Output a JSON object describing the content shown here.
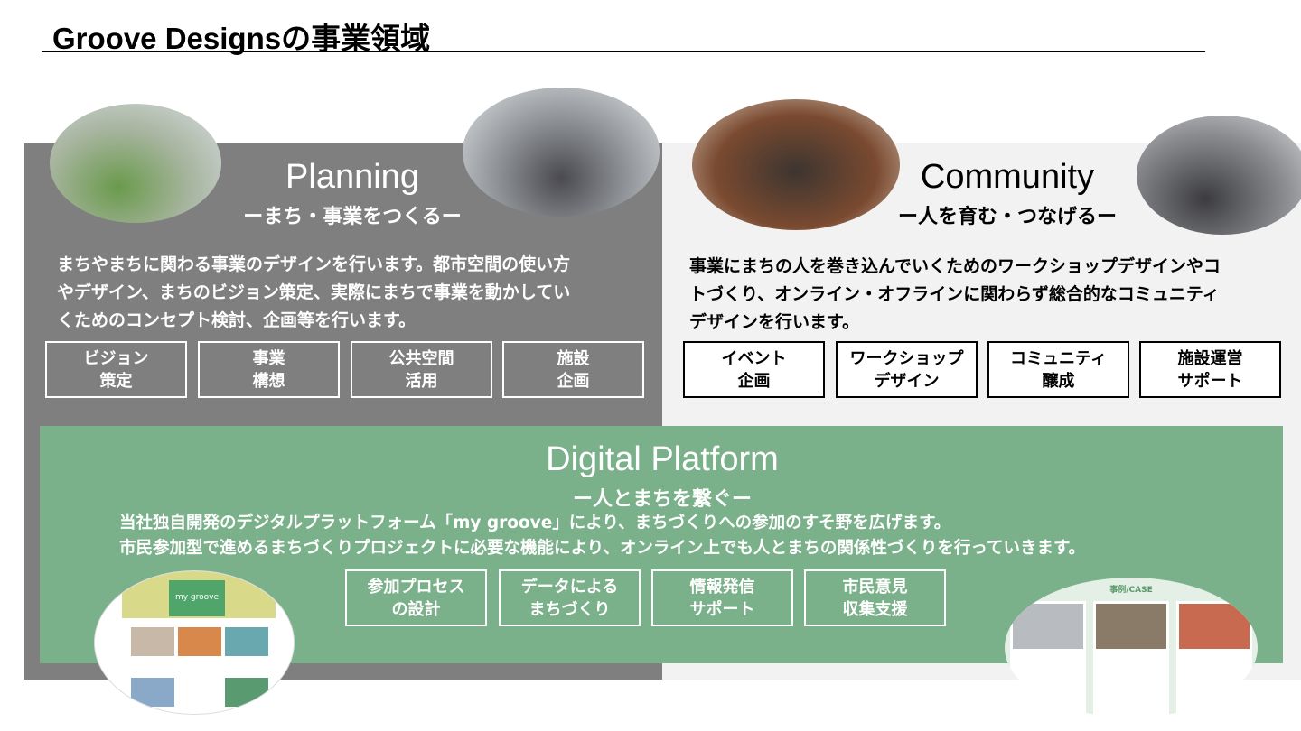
{
  "title": "Groove Designsの事業領域",
  "planning": {
    "title": "Planning",
    "subtitle": "ーまち・事業をつくるー",
    "lines": [
      "まちやまちに関わる事業のデザインを行います。都市空間の使い方",
      "やデザイン、まちのビジョン策定、実際にまちで事業を動かしてい",
      "くためのコンセプト検討、企画等を行います。"
    ],
    "buttons": [
      "ビジョン\n策定",
      "事業\n構想",
      "公共空間\n活用",
      "施設\n企画"
    ]
  },
  "community": {
    "title": "Community",
    "subtitle": "ー人を育む・つなげるー",
    "lines": [
      "事業にまちの人を巻き込んでいくためのワークショップデザインやコ",
      "トづくり、オンライン・オフラインに関わらず総合的なコミュニティ",
      "デザインを行います。"
    ],
    "buttons": [
      "イベント\n企画",
      "ワークショップ\nデザイン",
      "コミュニティ\n醸成",
      "施設運営\nサポート"
    ]
  },
  "digital": {
    "title": "Digital Platform",
    "subtitle": "ー人とまちを繋ぐー",
    "lines": [
      "当社独自開発のデジタルプラットフォーム「my groove」により、まちづくりへの参加のすそ野を広げます。",
      "市民参加型で進めるまちづくりプロジェクトに必要な機能により、オンライン上でも人とまちの関係性づくりを行っていきます。"
    ],
    "buttons": [
      "参加プロセス\nの設計",
      "データによる\nまちづくり",
      "情報発信\nサポート",
      "市民意見\n収集支援"
    ]
  },
  "mockups": {
    "left_logo": "my groove",
    "right_heading": "事例/CASE"
  },
  "colors": {
    "planning": "#7f7f7f",
    "community": "#f2f2f2",
    "digital": "#7ab08a"
  }
}
